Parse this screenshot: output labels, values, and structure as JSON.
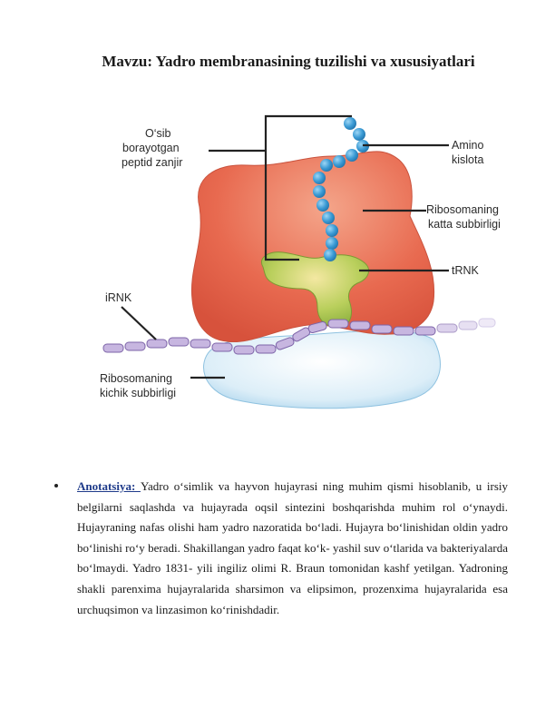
{
  "document": {
    "title": "Mavzu: Yadro membranasining tuzilishi va xususiyatlari"
  },
  "figure": {
    "labels": {
      "peptide_line1": "O‘sib",
      "peptide_line2": "borayotgan",
      "peptide_line3": "peptid zanjir",
      "amino_line1": "Amino",
      "amino_line2": "kislota",
      "large_line1": "Ribosomaning",
      "large_line2": "katta subbirligi",
      "trna": "tRNK",
      "irna": "iRNK",
      "small_line1": "Ribosomaning",
      "small_line2": "kichik subbirligi"
    },
    "colors": {
      "large_subunit": "#e8604a",
      "small_subunit": "#d6ecf7",
      "trna": "#9cbf4a",
      "amino_bead": "#3a9ad4",
      "mrna": "#b9a6d4"
    }
  },
  "annotation": {
    "label": "Anotatsiya: ",
    "text": "Yadro o‘simlik va hayvon hujayrasi ning muhim qismi hisoblanib, u irsiy belgilarni saqlashda va hujayrada oqsil sintezini boshqarishda muhim rol o‘ynaydi. Hujayraning nafas olishi ham yadro nazoratida bo‘ladi. Hujayra bo‘linishidan oldin yadro bo‘linishi ro‘y beradi. Shakillangan yadro faqat ko‘k- yashil suv o‘tlarida va bakteriyalarda bo‘lmaydi. Yadro 1831- yili ingiliz olimi R. Braun tomonidan kashf yetilgan. Yadroning shakli parenxima hujayralarida sharsimon va elipsimon, prozenxima hujayralarida esa urchuqsimon va linzasimon ko‘rinishdadir."
  }
}
